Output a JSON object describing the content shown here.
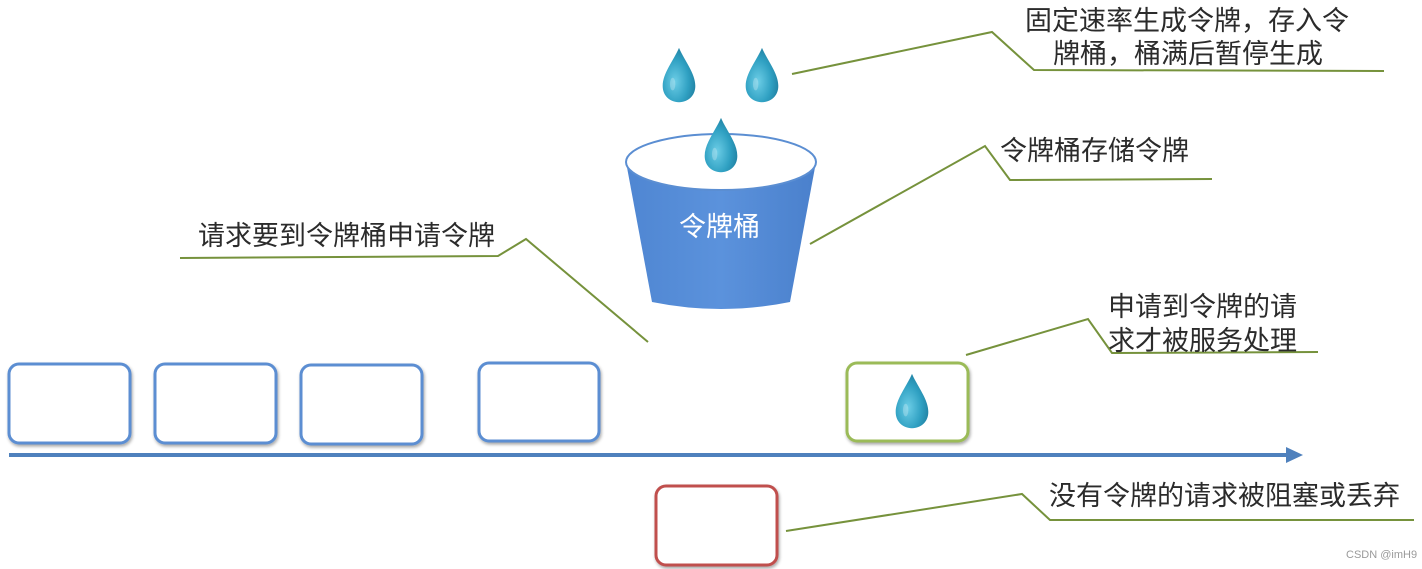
{
  "colors": {
    "request_box": "#5b8ed2",
    "passed_box": "#9bbb59",
    "blocked_box": "#c0504d",
    "arrow": "#4f81bd",
    "callout_line": "#76923c",
    "bucket_fill": "#5a8fd6",
    "bucket_rim": "#ffffff",
    "drop": "#31a3c4"
  },
  "icons": {
    "token": "water-drop-icon"
  },
  "labels": {
    "bucket": "令牌桶",
    "token_generation_line1": "固定速率生成令牌，存入令",
    "token_generation_line2": "牌桶，桶满后暂停生成",
    "bucket_storage": "令牌桶存储令牌",
    "request_apply": "请求要到令牌桶申请令牌",
    "served_line1": "申请到令牌的请",
    "served_line2": "求才被服务处理",
    "blocked": "没有令牌的请求被阻塞或丢弃"
  },
  "watermark": "CSDN @imH9"
}
